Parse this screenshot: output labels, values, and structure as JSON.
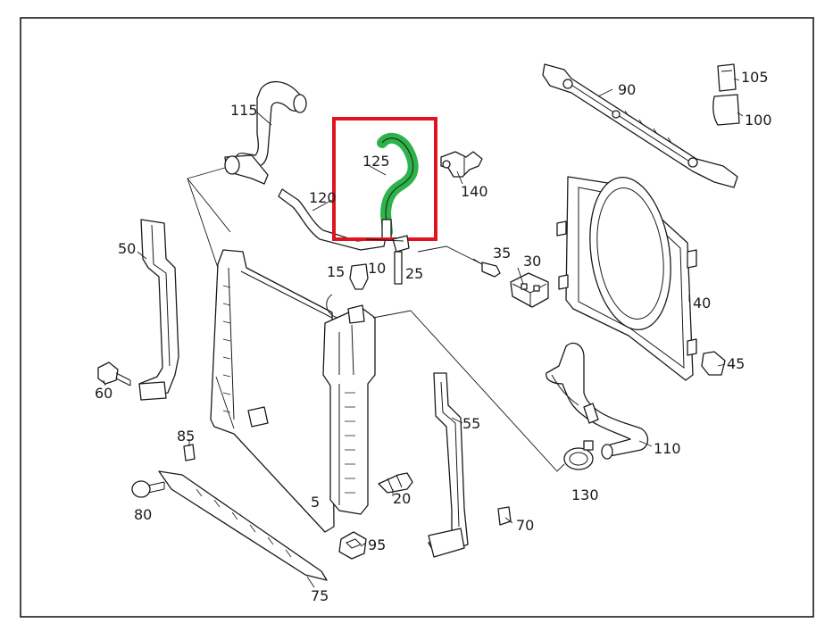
{
  "highlight": {
    "color": "#e0141e",
    "part_color": "#2db34a"
  },
  "labels": {
    "l5": "5",
    "l10": "10",
    "l15": "15",
    "l20": "20",
    "l25": "25",
    "l30": "30",
    "l35": "35",
    "l40": "40",
    "l45": "45",
    "l50": "50",
    "l55": "55",
    "l60": "60",
    "l70": "70",
    "l75": "75",
    "l80": "80",
    "l85": "85",
    "l90": "90",
    "l95": "95",
    "l100": "100",
    "l105": "105",
    "l110": "110",
    "l115": "115",
    "l120": "120",
    "l125": "125",
    "l130": "130",
    "l140": "140"
  }
}
